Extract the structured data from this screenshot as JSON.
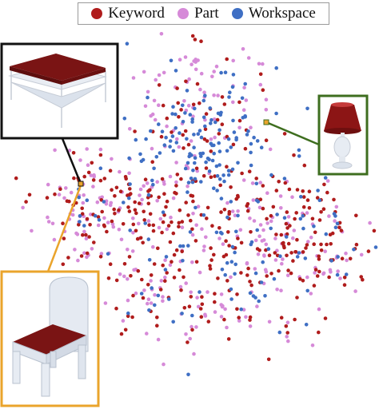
{
  "chart_data": {
    "type": "scatter",
    "title": "",
    "xlabel": "",
    "ylabel": "",
    "grid": false,
    "legend_position": "top-center",
    "series": [
      {
        "name": "Keyword",
        "color": "#b01c1c"
      },
      {
        "name": "Part",
        "color": "#d68ad8"
      },
      {
        "name": "Workspace",
        "color": "#3f6fc4"
      }
    ],
    "insets": [
      {
        "id": "table",
        "frame_color": "#111111",
        "description_icon": "table-icon"
      },
      {
        "id": "lamp",
        "frame_color": "#3e6e1f",
        "description_icon": "lamp-icon"
      },
      {
        "id": "chair",
        "frame_color": "#eaa42c",
        "description_icon": "chair-icon"
      }
    ]
  }
}
